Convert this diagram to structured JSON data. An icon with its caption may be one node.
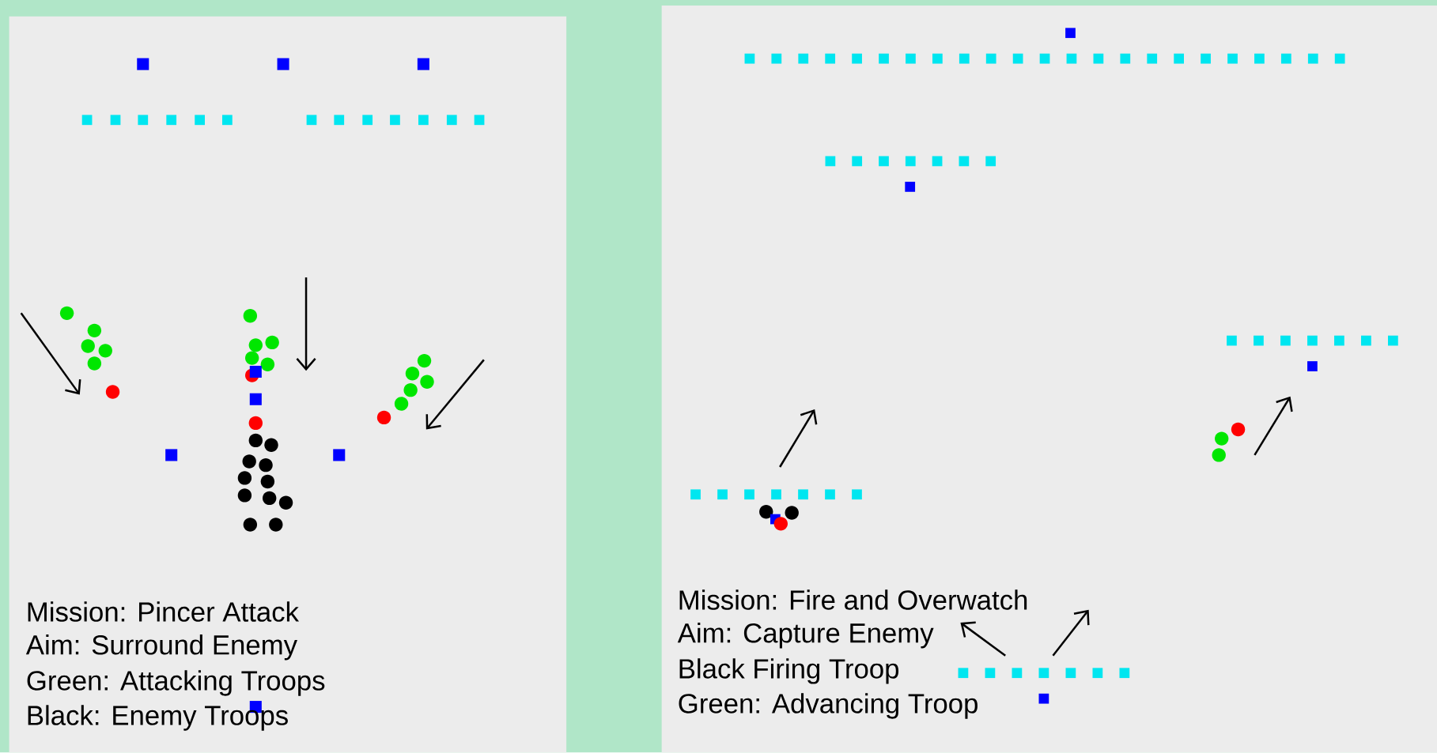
{
  "diagram": {
    "labels": [
      "Mission: Pincer Attack",
      "Aim: Surround Enemy",
      "Green: Attacking Troops",
      "Black: Enemy Troops",
      "Mission: Fire and Overwatch",
      "Aim: Capture Enemy",
      "Black Firing Troop",
      "Green: Advancing Troop"
    ]
  }
}
